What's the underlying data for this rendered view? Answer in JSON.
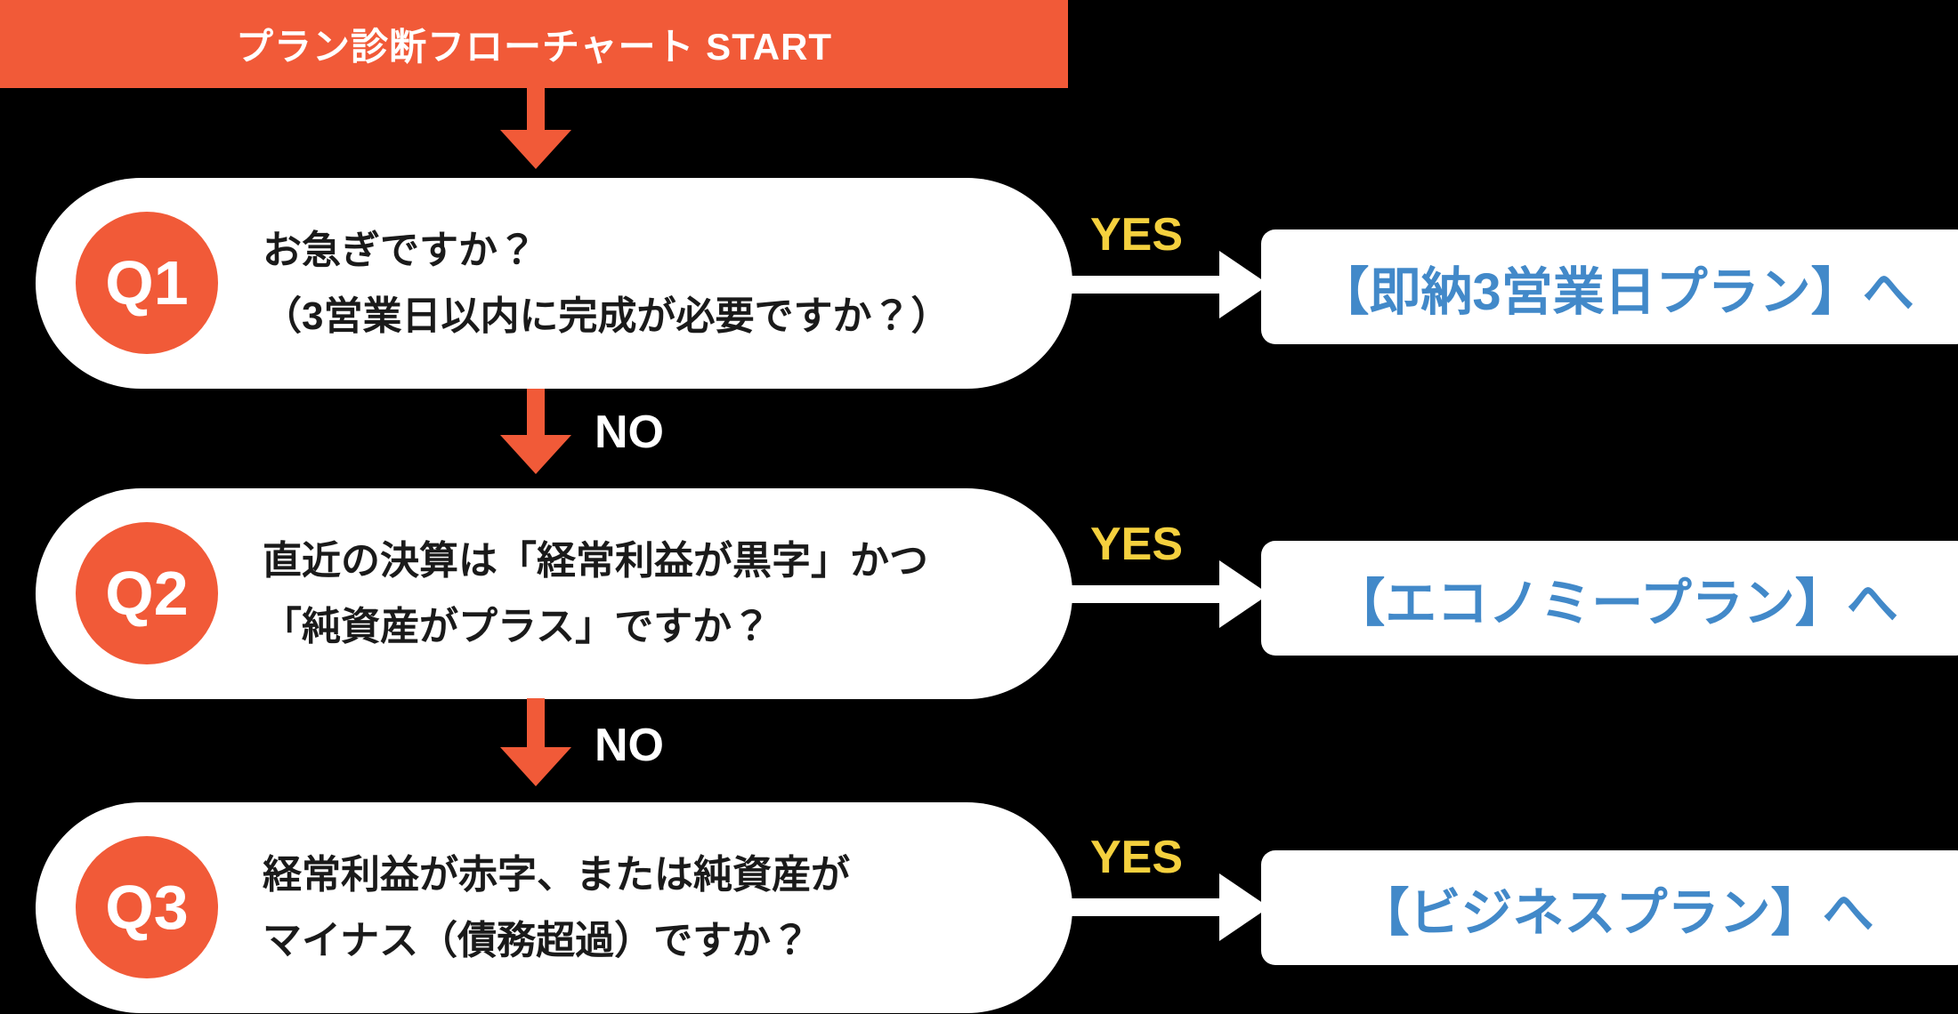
{
  "title_bar": {
    "label": "プラン診断フローチャート START"
  },
  "labels": {
    "yes": "YES",
    "no": "NO"
  },
  "colors": {
    "background": "#000000",
    "accent_orange": "#F15A38",
    "yes_yellow": "#F4D03E",
    "result_blue": "#4289C9",
    "card_white": "#FFFFFF",
    "question_text": "#1A1A1A"
  },
  "questions": [
    {
      "badge": "Q1",
      "line1": "お急ぎですか？",
      "line2": "（3営業日以内に完成が必要ですか？）",
      "result": "【即納3営業日プラン】へ"
    },
    {
      "badge": "Q2",
      "line1": "直近の決算は「経常利益が黒字」かつ",
      "line2": "「純資産がプラス」ですか？",
      "result": "【エコノミープラン】へ"
    },
    {
      "badge": "Q3",
      "line1": "経常利益が赤字、または純資産が",
      "line2": "マイナス（債務超過）ですか？",
      "result": "【ビジネスプラン】へ"
    }
  ]
}
